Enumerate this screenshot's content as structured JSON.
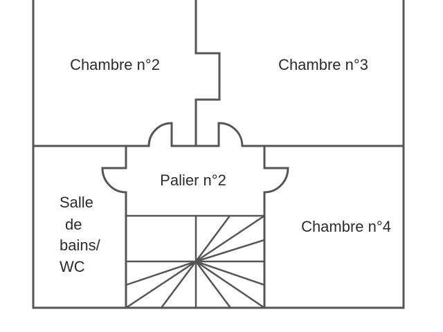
{
  "plan": {
    "rooms": {
      "chambre2": "Chambre n°2",
      "chambre3": "Chambre n°3",
      "palier": "Palier n°2",
      "chambre4": "Chambre n°4",
      "salle_de_bains": [
        "Salle",
        "de",
        "bains/",
        "WC"
      ]
    },
    "colors": {
      "wall": "#555555",
      "text": "#2b2b2b"
    }
  }
}
